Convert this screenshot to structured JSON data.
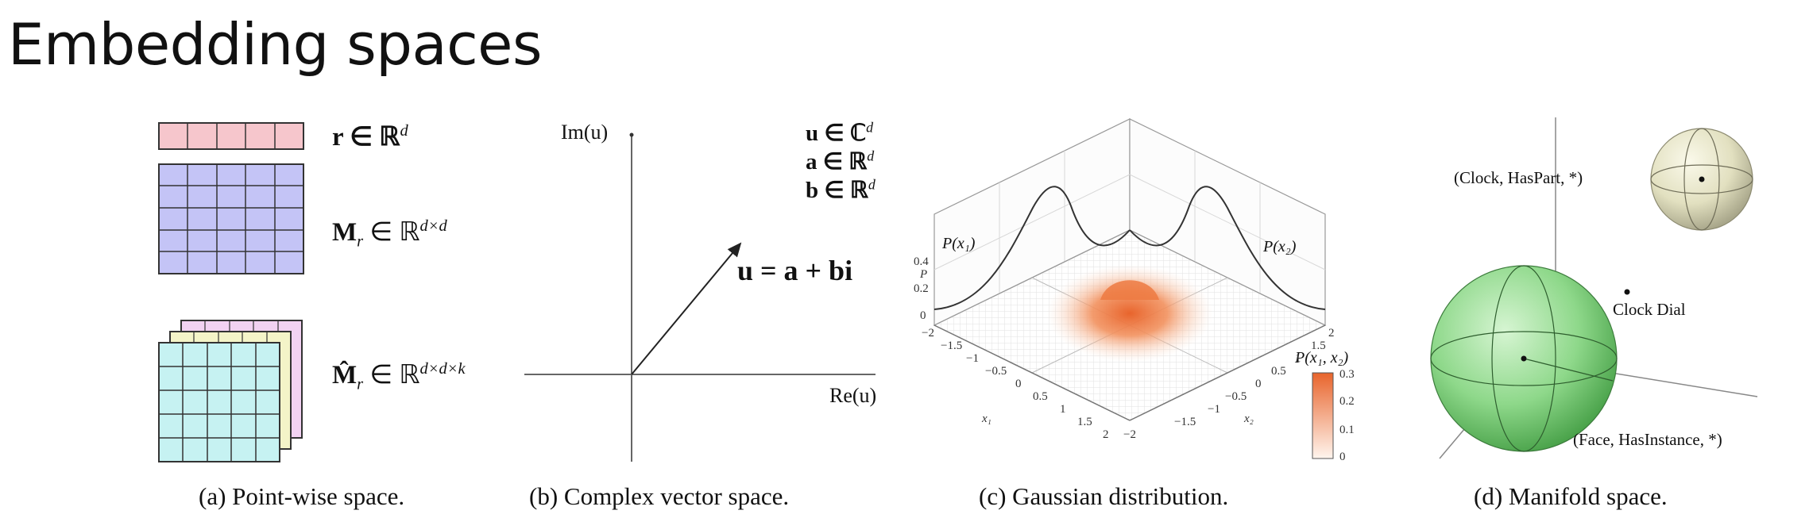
{
  "title": "Embedding spaces",
  "panel_a": {
    "caption": "(a) Point-wise space.",
    "vector_label": "r ∈ ℝ",
    "vector_sup": "d",
    "matrix_label": "M",
    "matrix_sub": "r",
    "matrix_label_rest": "∈ ℝ",
    "matrix_sup": "d×d",
    "tensor_label": "M̂",
    "tensor_sub": "r",
    "tensor_label_rest": "∈ ℝ",
    "tensor_sup": "d×d×k",
    "colors": {
      "vector": "#f6c6cc",
      "matrix": "#c4c4f6",
      "tensor_back": "#f2d2f2",
      "tensor_mid": "#f4f4c8",
      "tensor_front": "#c6f2f2"
    }
  },
  "panel_b": {
    "caption": "(b) Complex vector space.",
    "im_axis": "Im(u)",
    "re_axis": "Re(u)",
    "u_def": "u ∈ ℂ",
    "u_sup": "d",
    "a_def": "a ∈ ℝ",
    "a_sup": "d",
    "b_def": "b ∈ ℝ",
    "b_sup": "d",
    "equation": "u = a + bi"
  },
  "panel_c": {
    "caption": "(c) Gaussian distribution.",
    "px1": "P(x₁)",
    "px2": "P(x₂)",
    "pjoint": "P(x₁, x₂)",
    "p_axis": "P",
    "x1_axis": "x₁",
    "x2_axis": "x₂",
    "vertical_ticks": [
      "0.4",
      "0.2",
      "0"
    ],
    "x1_ticks": [
      "−2",
      "−1.5",
      "−1",
      "−0.5",
      "0",
      "0.5",
      "1",
      "1.5",
      "2"
    ],
    "x2_ticks": [
      "2",
      "1.5",
      "1",
      "0.5",
      "0",
      "−0.5",
      "−1",
      "−1.5",
      "−2"
    ],
    "colorbar_ticks": [
      "0.3",
      "0.2",
      "0.1",
      "0"
    ],
    "colors": {
      "peak": "#e8642c",
      "colorbar_top": "#e8642c",
      "colorbar_bottom": "#fff5ee"
    }
  },
  "panel_d": {
    "caption": "(d) Manifold space.",
    "label_clock": "(Clock, HasPart, *)",
    "label_dial": "Clock Dial",
    "label_face": "(Face, HasInstance, *)",
    "colors": {
      "small_sphere": "#e4e2c4",
      "large_sphere": "#8ed88a"
    }
  }
}
